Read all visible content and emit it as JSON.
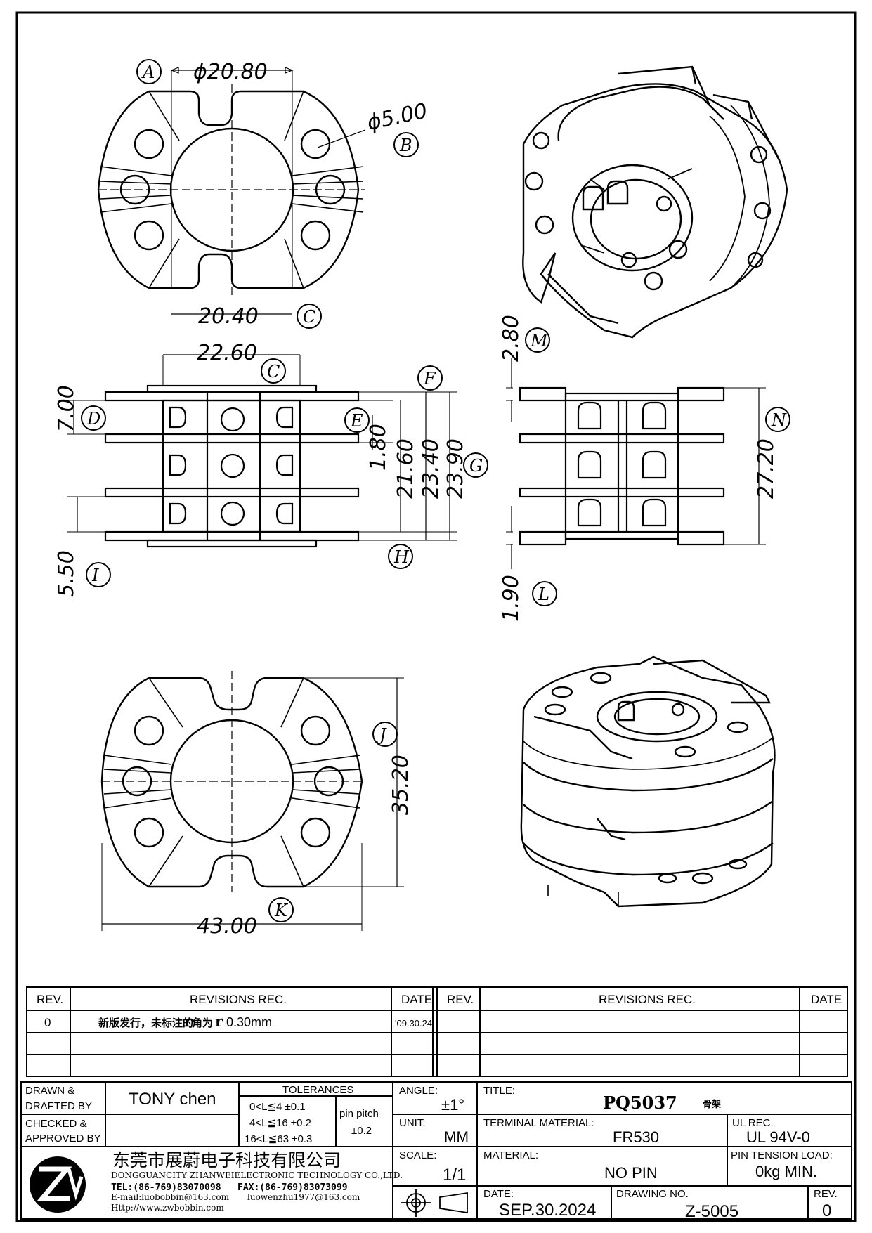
{
  "drawing": {
    "top_view": {
      "dim_outer_diameter": "ϕ20.80",
      "dim_hole": "ϕ5.00",
      "dim_width": "20.40",
      "callouts": [
        "A",
        "B",
        "C"
      ]
    },
    "side_view": {
      "dim_top": "22.60",
      "dim_d": "7.00",
      "dim_e": "1.80",
      "dim_f": "21.60",
      "dim_g1": "23.40",
      "dim_g2": "23.90",
      "dim_i": "5.50",
      "callouts": [
        "C",
        "D",
        "E",
        "F",
        "G",
        "H",
        "I"
      ]
    },
    "front_view": {
      "dim_m": "2.80",
      "dim_n": "27.20",
      "dim_l": "1.90",
      "callouts": [
        "M",
        "N",
        "L"
      ]
    },
    "bottom_view": {
      "dim_height": "35.20",
      "dim_width": "43.00",
      "callouts": [
        "J",
        "K"
      ]
    }
  },
  "revisions_left": {
    "headers": [
      "REV.",
      "REVISIONS   REC.",
      "DATE"
    ],
    "rows": [
      {
        "rev": "0",
        "rec_cn": "新版发行，未标注的",
        "rec_r": "r",
        "rec_mid": "角为",
        "rec_val": "0.30mm",
        "date": "'09.30.24"
      }
    ]
  },
  "revisions_right": {
    "headers": [
      "REV.",
      "REVISIONS   REC.",
      "DATE"
    ]
  },
  "title_block": {
    "drawn_label_1": "DRAWN &",
    "drawn_label_2": "DRAFTED BY",
    "drawn_by": "TONY chen",
    "checked_label_1": "CHECKED &",
    "checked_label_2": "APPROVED BY",
    "tolerances_title": "TOLERANCES",
    "tol_1": "0<L≦4   ±0.1",
    "tol_2": "4<L≦16  ±0.2",
    "tol_3": "16<L≦63  ±0.3",
    "pin_pitch_label": "pin pitch",
    "pin_pitch_value": "±0.2",
    "angle_label": "ANGLE:",
    "angle_value": "±1°",
    "unit_label": "UNIT:",
    "unit_value": "MM",
    "scale_label": "SCALE:",
    "scale_value": "1/1",
    "title_label": "TITLE:",
    "title_value": "PQ5037",
    "title_cn": "骨架",
    "terminal_label": "TERMINAL MATERIAL:",
    "terminal_value": "FR530",
    "ul_label": "UL REC.",
    "ul_value": "UL 94V-0",
    "material_label": "MATERIAL:",
    "material_value": "NO PIN",
    "pin_tension_label": "PIN TENSION LOAD:",
    "pin_tension_value": "0kg MIN.",
    "date_label": "DATE:",
    "date_value": "SEP.30.2024",
    "drawing_no_label": "DRAWING NO.",
    "drawing_no_value": "Z-5005",
    "rev_label": "REV.",
    "rev_value": "0"
  },
  "company": {
    "name_cn": "东莞市展蔚电子科技有限公司",
    "name_en": "DONGGUANCITY ZHANWEIELECTRONIC TECHNOLOGY CO.,LTD.",
    "tel": "TEL:(86-769)83070098",
    "fax": "FAX:(86-769)83073099",
    "email1": "E-mail:luobobbin@163.com",
    "email2": "luowenzhu1977@163.com",
    "web": "Http://www.zwbobbin.com",
    "logo_text": "ZW"
  }
}
